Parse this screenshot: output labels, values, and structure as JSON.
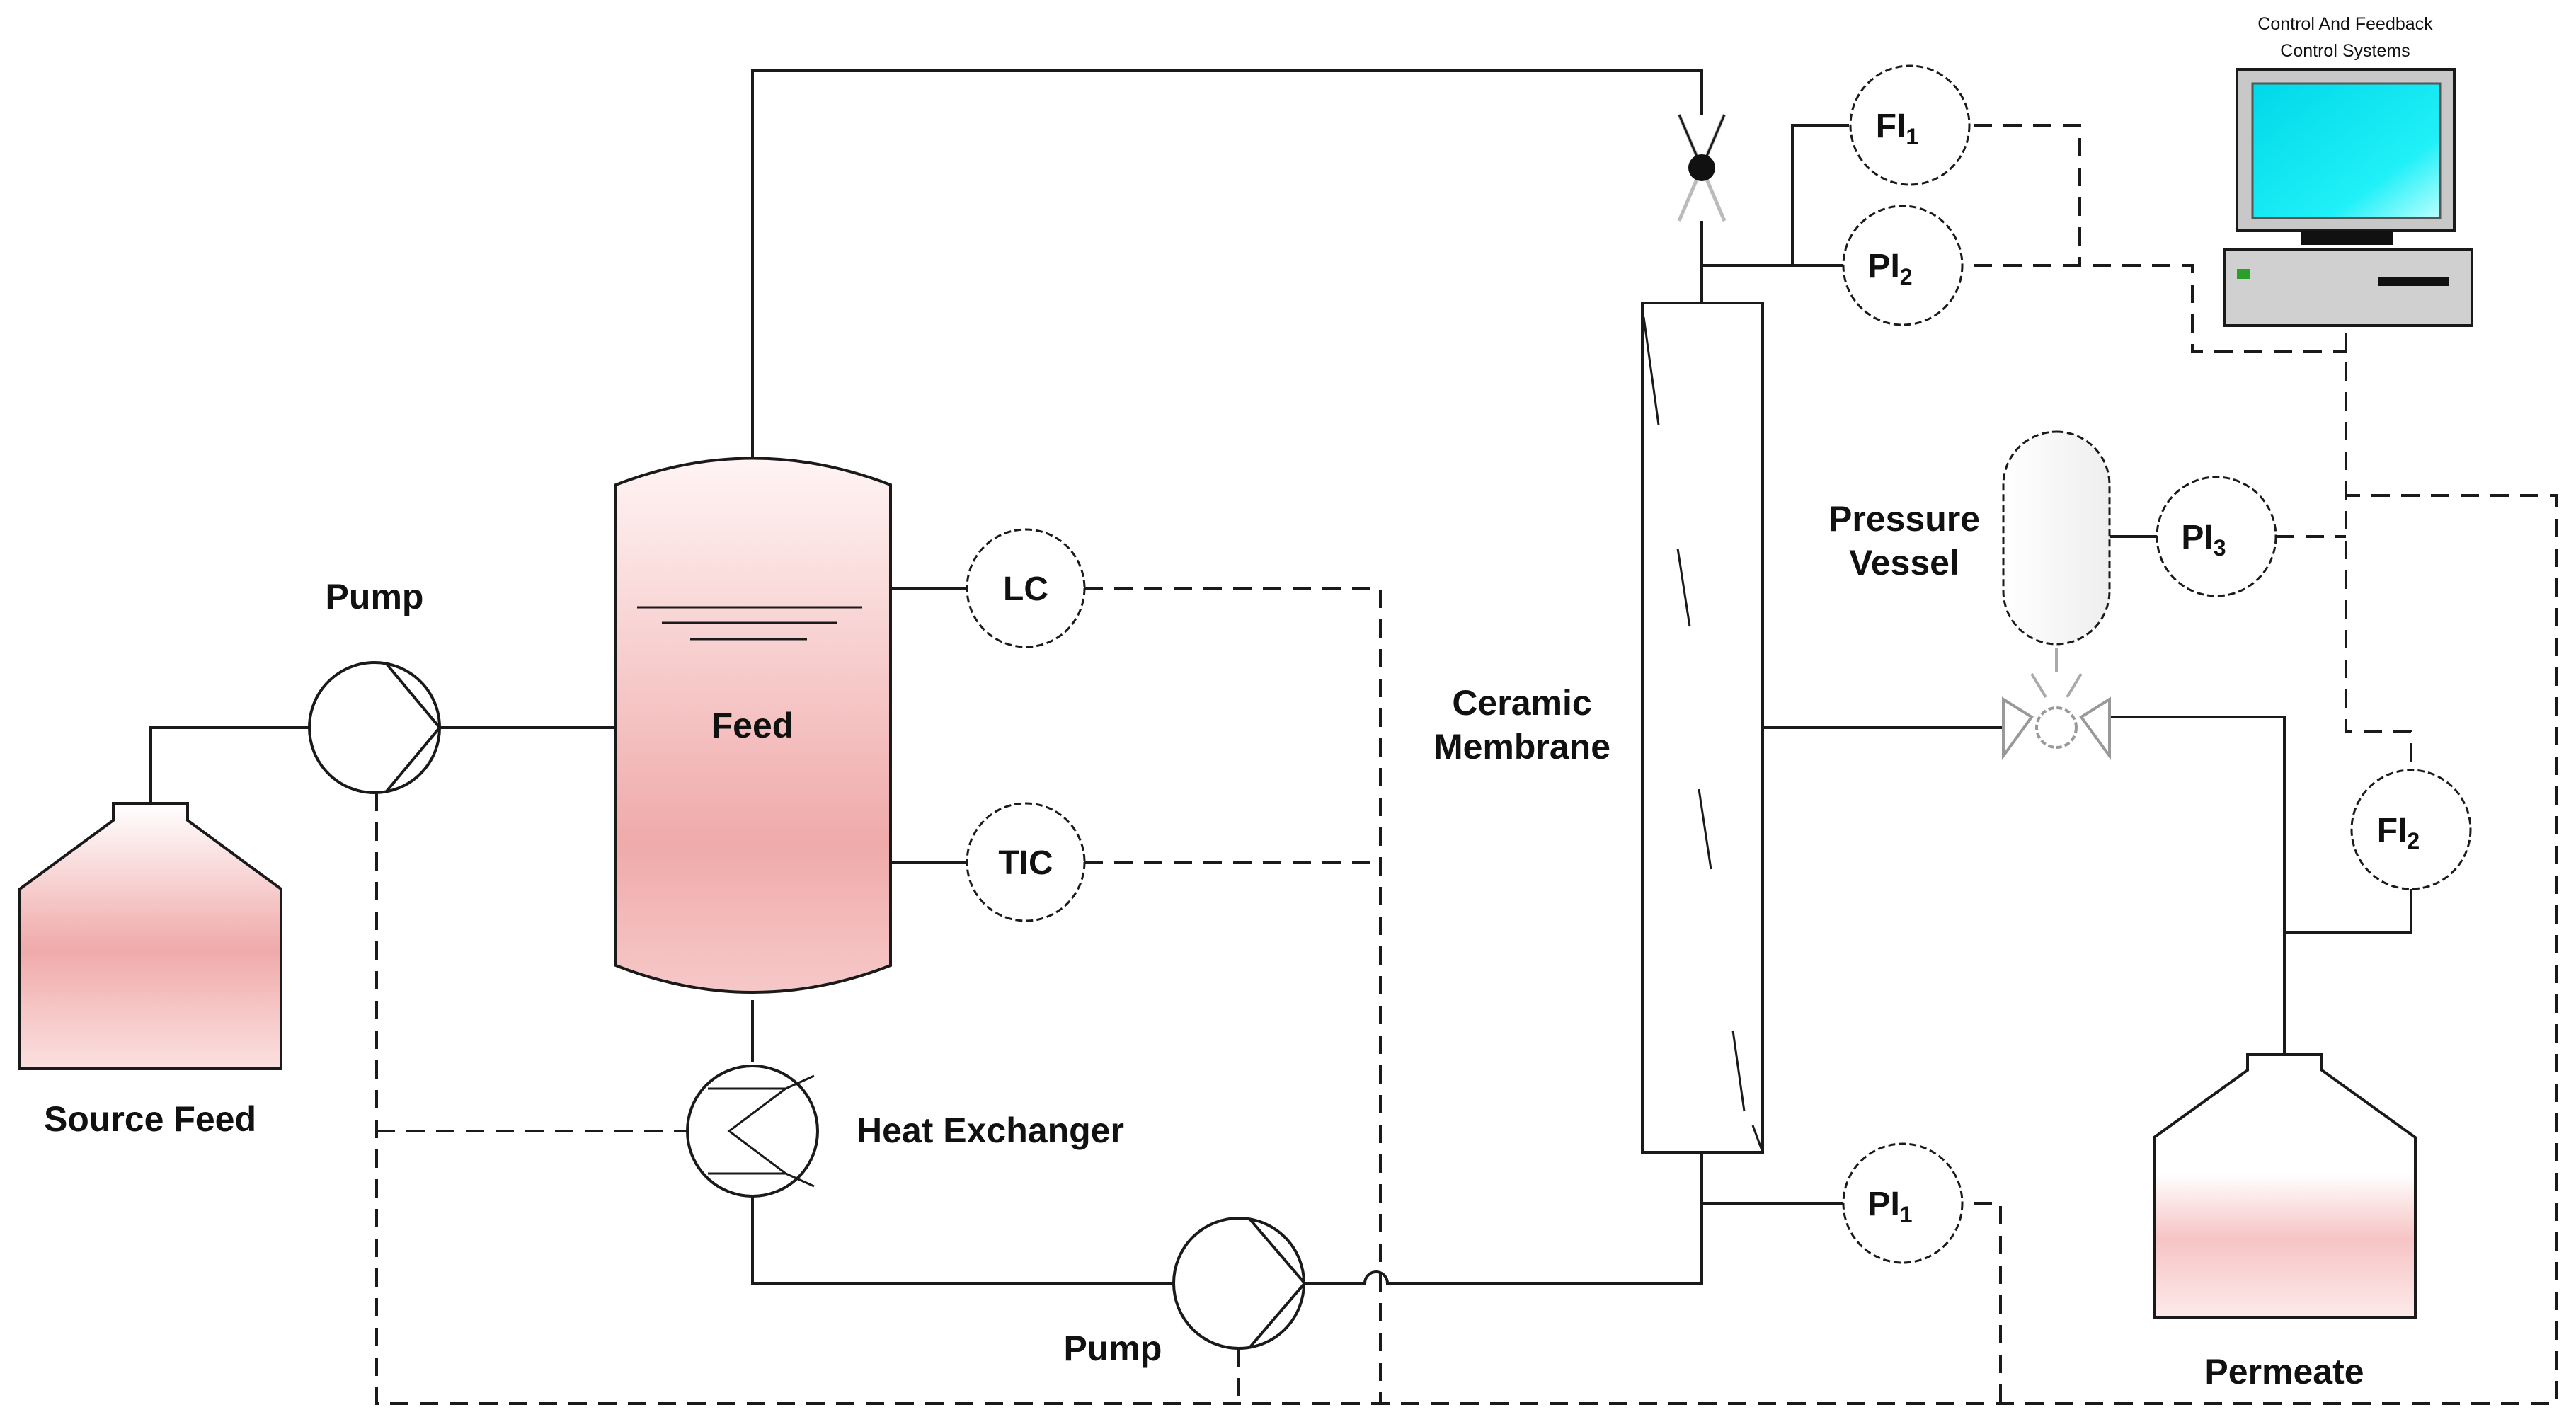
{
  "labels": {
    "source_feed": "Source Feed",
    "pump_feed": "Pump",
    "feed_tank": "Feed",
    "heat_exchanger": "Heat Exchanger",
    "pump_recirc": "Pump",
    "membrane_line1": "Ceramic",
    "membrane_line2": "Membrane",
    "pressure_vessel_line1": "Pressure",
    "pressure_vessel_line2": "Vessel",
    "permeate": "Permeate",
    "control_line1": "Control And Feedback",
    "control_line2": "Control Systems"
  },
  "instruments": {
    "lc": "LC",
    "tic": "TIC",
    "fi1": {
      "base": "FI",
      "sub": "1"
    },
    "pi2": {
      "base": "PI",
      "sub": "2"
    },
    "pi3": {
      "base": "PI",
      "sub": "3"
    },
    "fi2": {
      "base": "FI",
      "sub": "2"
    },
    "pi1": {
      "base": "PI",
      "sub": "1"
    }
  },
  "colors": {
    "tank_fill_dark": "#f0aaaa",
    "tank_fill_light": "#fdeaea",
    "screen": "#00e6f0",
    "monitor_body": "#d0d0d0",
    "led": "#2aa02a"
  }
}
